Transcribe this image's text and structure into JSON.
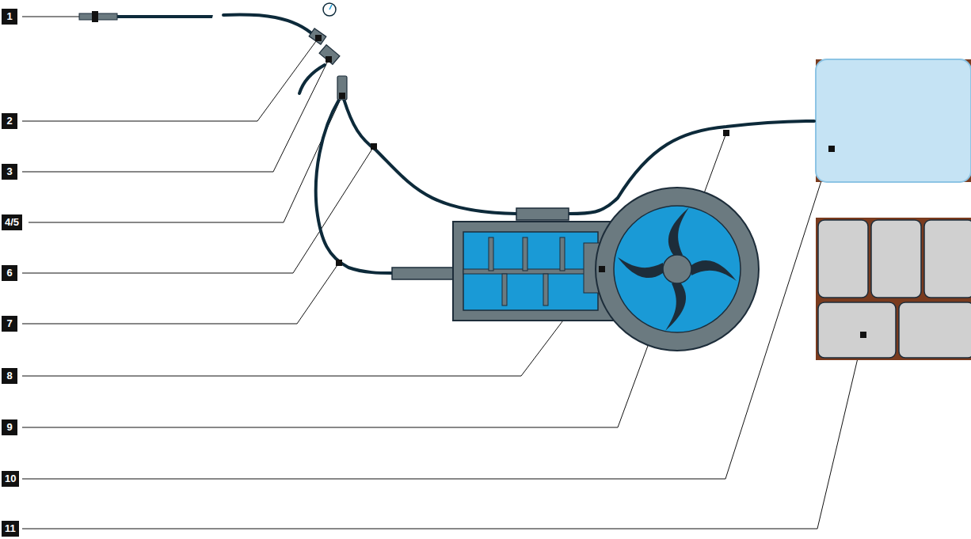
{
  "diagram": {
    "labels": [
      "1",
      "2",
      "3",
      "4/5",
      "6",
      "7",
      "8",
      "9",
      "10",
      "11"
    ]
  }
}
